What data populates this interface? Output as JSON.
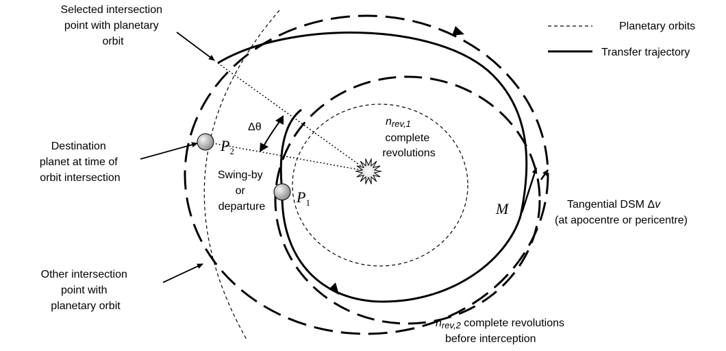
{
  "legend": {
    "planetary_orbits": "Planetary orbits",
    "transfer_trajectory": "Transfer trajectory"
  },
  "labels": {
    "selected_intersection": [
      "Selected intersection",
      "point with planetary",
      "orbit"
    ],
    "destination_planet": [
      "Destination",
      "planet at time of",
      "orbit intersection"
    ],
    "other_intersection": [
      "Other intersection",
      "point with",
      "planetary orbit"
    ],
    "swing_by": [
      "Swing-by",
      "or",
      "departure"
    ],
    "nrev1_sym": "n",
    "nrev1_sub": "rev,1",
    "nrev1_text": [
      "complete",
      "revolutions"
    ],
    "nrev2_sym": "n",
    "nrev2_sub": "rev,2",
    "nrev2_text": " complete revolutions",
    "nrev2_text2": "before interception",
    "dsm_line1_pre": "Tangential DSM Δ",
    "dsm_line1_var": "v",
    "dsm_line2": "(at apocentre or pericentre)",
    "delta_theta": "Δθ",
    "P2": "P",
    "P2_sub": "2",
    "P1": "P",
    "P1_sub": "1",
    "M": "M"
  },
  "colors": {
    "ink": "#000000",
    "planet_fill": "#b8b8b8",
    "sun_fill": "#e6e6e6"
  }
}
